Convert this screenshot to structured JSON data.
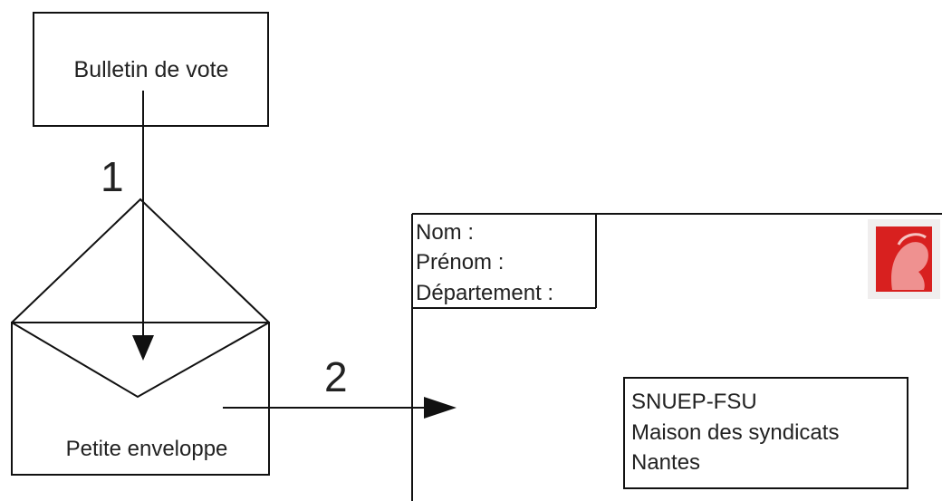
{
  "ballot": {
    "label": "Bulletin de vote"
  },
  "steps": {
    "first": "1",
    "second": "2"
  },
  "small_envelope": {
    "label": "Petite enveloppe"
  },
  "sender_box": {
    "name_label": "Nom :",
    "firstname_label": "Prénom :",
    "department_label": "Département :"
  },
  "recipient": {
    "line1": "SNUEP-FSU",
    "line2": "Maison des syndicats",
    "line3": "Nantes"
  },
  "stamp": {
    "icon": "marianne-stamp-icon",
    "color": "#d8201f"
  },
  "colors": {
    "stroke": "#111111",
    "text": "#222222"
  }
}
